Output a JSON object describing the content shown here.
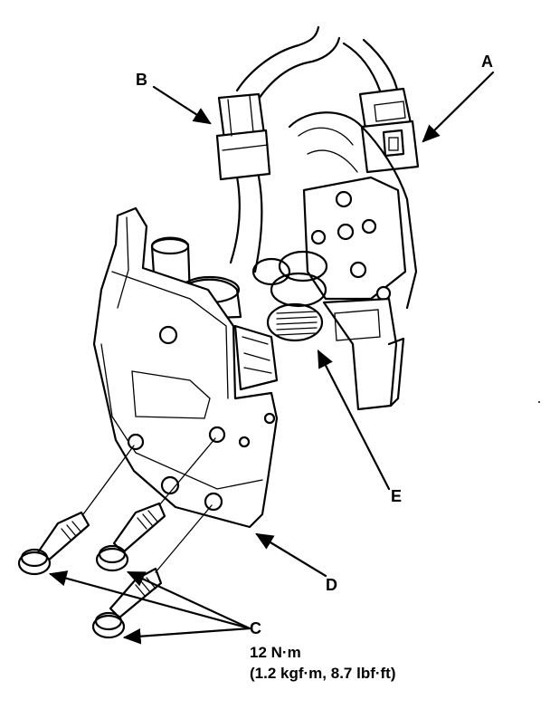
{
  "callouts": {
    "a": "A",
    "b": "B",
    "c": "C",
    "d": "D",
    "e": "E"
  },
  "torque_spec": {
    "metric": "12 N·m",
    "imperial": "(1.2 kgf·m, 8.7 lbf·ft)"
  },
  "colors": {
    "line": "#000000",
    "background": "#ffffff"
  }
}
